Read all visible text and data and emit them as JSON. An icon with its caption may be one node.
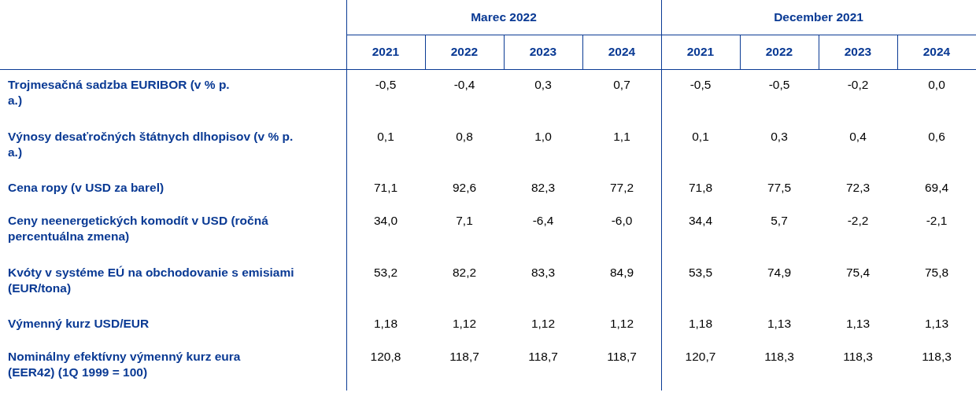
{
  "diagram": {
    "labels": [
      "Marec 2022",
      "December 2021",
      "2021",
      "2022",
      "2023",
      "2024",
      "2021",
      "2022",
      "2023",
      "2024",
      "Trojmesačná sadzba EURIBOR (v % p. a.)",
      "-0,5",
      "-0,4",
      "0,3",
      "0,7",
      "-0,5",
      "-0,5",
      "-0,2",
      "0,0",
      "Výnosy desaťročných štátnych dlhopisov (v % p. a.)",
      "0,1",
      "0,8",
      "1,0",
      "1,1",
      "0,1",
      "0,3",
      "0,4",
      "0,6",
      "Cena ropy (v USD za barel)",
      "71,1",
      "92,6",
      "82,3",
      "77,2",
      "71,8",
      "77,5",
      "72,3",
      "69,4",
      "Ceny neenergetických komodít v USD (ročná percentuálna zmena)",
      "34,0",
      "7,1",
      "-6,4",
      "-6,0",
      "34,4",
      "5,7",
      "-2,2",
      "-2,1",
      "Kvóty v systéme EÚ na obchodovanie s emisiami (EUR/tona)",
      "53,2",
      "82,2",
      "83,3",
      "84,9",
      "53,5",
      "74,9",
      "75,4",
      "75,8",
      "Výmenný kurz USD/EUR",
      "1,18",
      "1,12",
      "1,12",
      "1,12",
      "1,18",
      "1,13",
      "1,13",
      "1,13",
      "Nominálny efektívny výmenný kurz eura (EER42) (1Q 1999 = 100)",
      "120,8",
      "118,7",
      "118,7",
      "118,7",
      "120,7",
      "118,3",
      "118,3",
      "118,3"
    ]
  }
}
